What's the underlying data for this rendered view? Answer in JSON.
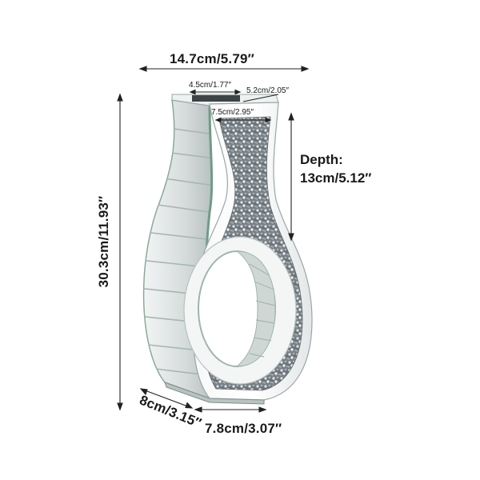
{
  "dimensions": {
    "overall_width": "14.7cm/5.79″",
    "opening_width": "4.5cm/1.77″",
    "opening_depth": "5.2cm/2.05″",
    "neck_width": "7.5cm/2.95″",
    "depth_heading": "Depth:",
    "depth_value": "13cm/5.12″",
    "height": "30.3cm/11.93″",
    "base_depth": "8cm/3.15″",
    "base_width": "7.8cm/3.07″"
  },
  "colors": {
    "mirror_light": "#e9ecec",
    "mirror_mid": "#c8cece",
    "mirror_edge": "#7fa896",
    "crystal_dark": "#5d6468",
    "crystal_light": "#d8dcde",
    "dimension_line": "#222222"
  }
}
